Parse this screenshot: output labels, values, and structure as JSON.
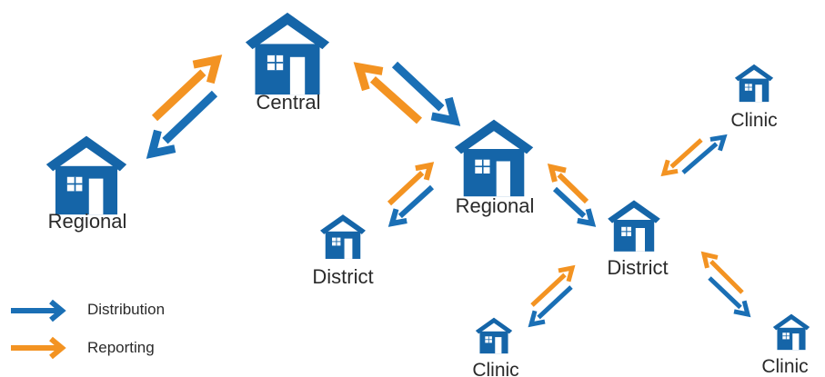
{
  "colors": {
    "house": "#1565a8",
    "distribution": "#1a6fb5",
    "reporting": "#f39322",
    "text": "#2a2a2a"
  },
  "nodes": {
    "central": {
      "label": "Central",
      "icon": "house-icon"
    },
    "regional_left": {
      "label": "Regional",
      "icon": "house-icon"
    },
    "regional_mid": {
      "label": "Regional",
      "icon": "house-icon"
    },
    "district_left": {
      "label": "District",
      "icon": "house-icon"
    },
    "district_right": {
      "label": "District",
      "icon": "house-icon"
    },
    "clinic_top": {
      "label": "Clinic",
      "icon": "house-icon"
    },
    "clinic_bottom_left": {
      "label": "Clinic",
      "icon": "house-icon"
    },
    "clinic_bottom_right": {
      "label": "Clinic",
      "icon": "house-icon"
    }
  },
  "legend": {
    "distribution": "Distribution",
    "reporting": "Reporting"
  }
}
